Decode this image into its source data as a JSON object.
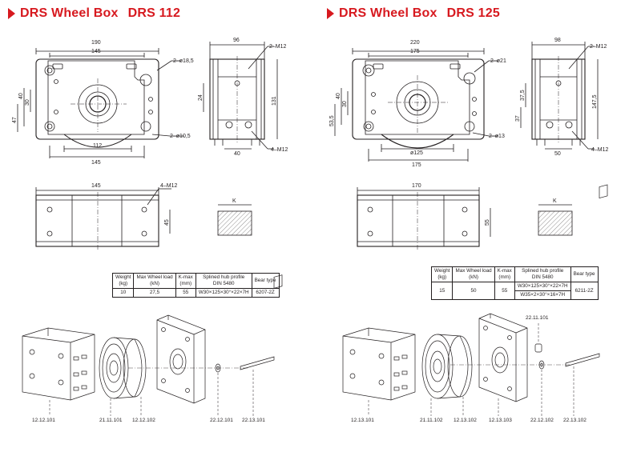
{
  "left": {
    "title": "DRS Wheel Box",
    "model": "DRS 112",
    "front_dims": {
      "w_outer": "190",
      "w_inner": "145",
      "hole_top": "2–ø18,5",
      "hole_bot": "2–ø10,5",
      "w_bot1": "112",
      "w_bot2": "145",
      "h40": "40",
      "h30": "30",
      "h47": "47"
    },
    "side_dims": {
      "w": "96",
      "m12_top": "2–M12",
      "h24": "24",
      "h131": "131",
      "w40": "40",
      "m12_bot": "4–M12"
    },
    "top_dims": {
      "w": "145",
      "m12": "4–M12",
      "h45": "45"
    },
    "key_label": "K",
    "table": {
      "headers": [
        "Weight\n(kg)",
        "Max Wheel load\n(kN)",
        "K-max\n(mm)",
        "Splined hub profile\nDIN 5480",
        "Bear type"
      ],
      "rows": [
        [
          "10",
          "27,5",
          "55",
          "W30×125×30°×22×7H",
          "6207-2Z"
        ]
      ]
    },
    "parts": [
      "12.12.101",
      "21.11.101",
      "12.12.102",
      "22.12.101",
      "22.13.101"
    ]
  },
  "right": {
    "title": "DRS Wheel Box",
    "model": "DRS 125",
    "front_dims": {
      "w_outer": "220",
      "w_inner": "175",
      "hole_top": "2–ø21",
      "hole_bot": "2–ø13",
      "w_bot1": "ø125",
      "w_bot2": "175",
      "h40": "40",
      "h30": "30",
      "h53": "53,5"
    },
    "side_dims": {
      "w": "98",
      "m12_top": "2–M12",
      "h37": "37,5",
      "h147": "147,5",
      "h37b": "37",
      "w50": "50",
      "m12_bot": "4–M12"
    },
    "top_dims": {
      "w": "170",
      "h55": "55"
    },
    "key_label": "K",
    "table": {
      "headers": [
        "Weight\n(kg)",
        "Max Wheel load\n(kN)",
        "K-max\n(mm)",
        "Splined hub profile\nDIN 5480",
        "Bear type"
      ],
      "rows": [
        [
          "15",
          "50",
          "55",
          "W30×125×30°×22×7H",
          "6211-2Z"
        ],
        [
          "",
          "",
          "",
          "W35×2×30°×16×7H",
          ""
        ]
      ]
    },
    "parts": [
      "22.11.101",
      "12.13.101",
      "21.11.102",
      "12.13.102",
      "12.13.103",
      "22.12.102",
      "22.13.102"
    ]
  },
  "colors": {
    "accent": "#d7191f",
    "line": "#231f20"
  }
}
